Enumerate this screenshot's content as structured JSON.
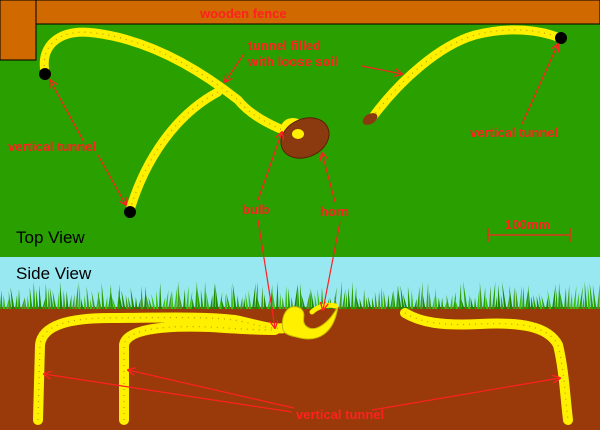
{
  "labels": {
    "fence": "wooden fence",
    "tunnel": "tunnel filled",
    "tunnel_line2": "with loose soil",
    "vertical_left": "vertical tunnel",
    "vertical_right": "vertical tunnel",
    "vertical_bottom": "vertical tunnel",
    "bulb": "bulb",
    "horn": "horn",
    "scale": "100mm",
    "top_view": "Top View",
    "side_view": "Side View"
  },
  "colors": {
    "grass": "#2aa000",
    "fence": "#d06a00",
    "sky": "#98e8f2",
    "soil": "#9a3a0a",
    "tunnel": "#fff000",
    "label": "#ff2020",
    "bulb_body": "#8b3a10"
  }
}
